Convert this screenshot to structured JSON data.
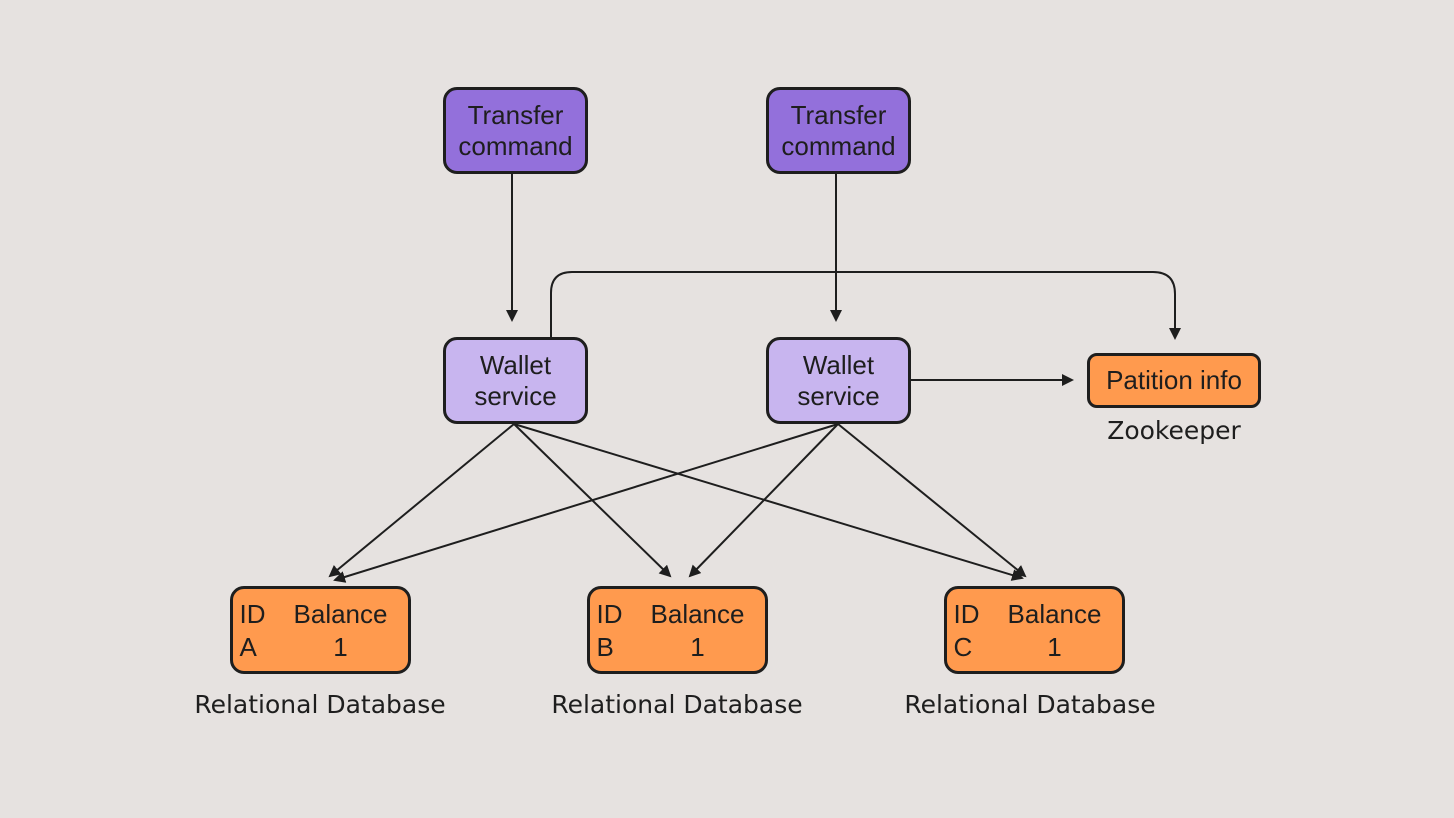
{
  "nodes": {
    "transfer_command_1": {
      "line1": "Transfer",
      "line2": "command"
    },
    "transfer_command_2": {
      "line1": "Transfer",
      "line2": "command"
    },
    "wallet_service_1": {
      "line1": "Wallet",
      "line2": "service"
    },
    "wallet_service_2": {
      "line1": "Wallet",
      "line2": "service"
    },
    "partition_info": {
      "label": "Patition info"
    },
    "db_a": {
      "col1_header": "ID",
      "col2_header": "Balance",
      "id": "A",
      "balance": "1"
    },
    "db_b": {
      "col1_header": "ID",
      "col2_header": "Balance",
      "id": "B",
      "balance": "1"
    },
    "db_c": {
      "col1_header": "ID",
      "col2_header": "Balance",
      "id": "C",
      "balance": "1"
    }
  },
  "captions": {
    "zookeeper": "Zookeeper",
    "db_a": "Relational Database",
    "db_b": "Relational Database",
    "db_c": "Relational Database"
  },
  "colors": {
    "background": "#e6e2e0",
    "command": "#9370db",
    "service": "#c8b5ef",
    "storage": "#ff9a4e",
    "stroke": "#1e1e1e"
  },
  "edges": [
    {
      "from": "transfer_command_1",
      "to": "wallet_service_1"
    },
    {
      "from": "transfer_command_2",
      "to": "wallet_service_2"
    },
    {
      "from": "wallet_service_1",
      "to": "partition_info"
    },
    {
      "from": "wallet_service_2",
      "to": "partition_info"
    },
    {
      "from": "wallet_service_1",
      "to": "db_a"
    },
    {
      "from": "wallet_service_1",
      "to": "db_b"
    },
    {
      "from": "wallet_service_1",
      "to": "db_c"
    },
    {
      "from": "wallet_service_2",
      "to": "db_a"
    },
    {
      "from": "wallet_service_2",
      "to": "db_b"
    },
    {
      "from": "wallet_service_2",
      "to": "db_c"
    }
  ]
}
